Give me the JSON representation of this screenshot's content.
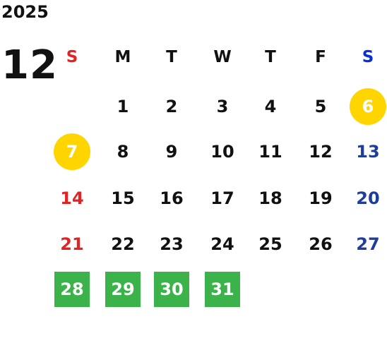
{
  "calendar": {
    "year": "2025",
    "month": "12",
    "colors": {
      "text": "#111111",
      "sunday": "#e02424",
      "saturday": "#1f3d99",
      "saturday_header": "#0a2ed6",
      "holiday_circle": "#ffd500",
      "highlight_square": "#3cb34a",
      "highlight_text": "#ffffff"
    },
    "weekdays": [
      {
        "label": "S",
        "kind": "sunday"
      },
      {
        "label": "M",
        "kind": "weekday"
      },
      {
        "label": "T",
        "kind": "weekday"
      },
      {
        "label": "W",
        "kind": "weekday"
      },
      {
        "label": "T",
        "kind": "weekday"
      },
      {
        "label": "F",
        "kind": "weekday"
      },
      {
        "label": "S",
        "kind": "saturday"
      }
    ],
    "weeks": [
      [
        null,
        {
          "day": "1"
        },
        {
          "day": "2"
        },
        {
          "day": "3"
        },
        {
          "day": "4"
        },
        {
          "day": "5"
        },
        {
          "day": "6",
          "mark": "circle"
        }
      ],
      [
        {
          "day": "7",
          "mark": "circle"
        },
        {
          "day": "8"
        },
        {
          "day": "9"
        },
        {
          "day": "10"
        },
        {
          "day": "11"
        },
        {
          "day": "12"
        },
        {
          "day": "13"
        }
      ],
      [
        {
          "day": "14"
        },
        {
          "day": "15"
        },
        {
          "day": "16"
        },
        {
          "day": "17"
        },
        {
          "day": "18"
        },
        {
          "day": "19"
        },
        {
          "day": "20"
        }
      ],
      [
        {
          "day": "21"
        },
        {
          "day": "22"
        },
        {
          "day": "23"
        },
        {
          "day": "24"
        },
        {
          "day": "25"
        },
        {
          "day": "26"
        },
        {
          "day": "27"
        }
      ],
      [
        {
          "day": "28",
          "mark": "square"
        },
        {
          "day": "29",
          "mark": "square"
        },
        {
          "day": "30",
          "mark": "square"
        },
        {
          "day": "31",
          "mark": "square"
        },
        null,
        null,
        null
      ]
    ]
  }
}
